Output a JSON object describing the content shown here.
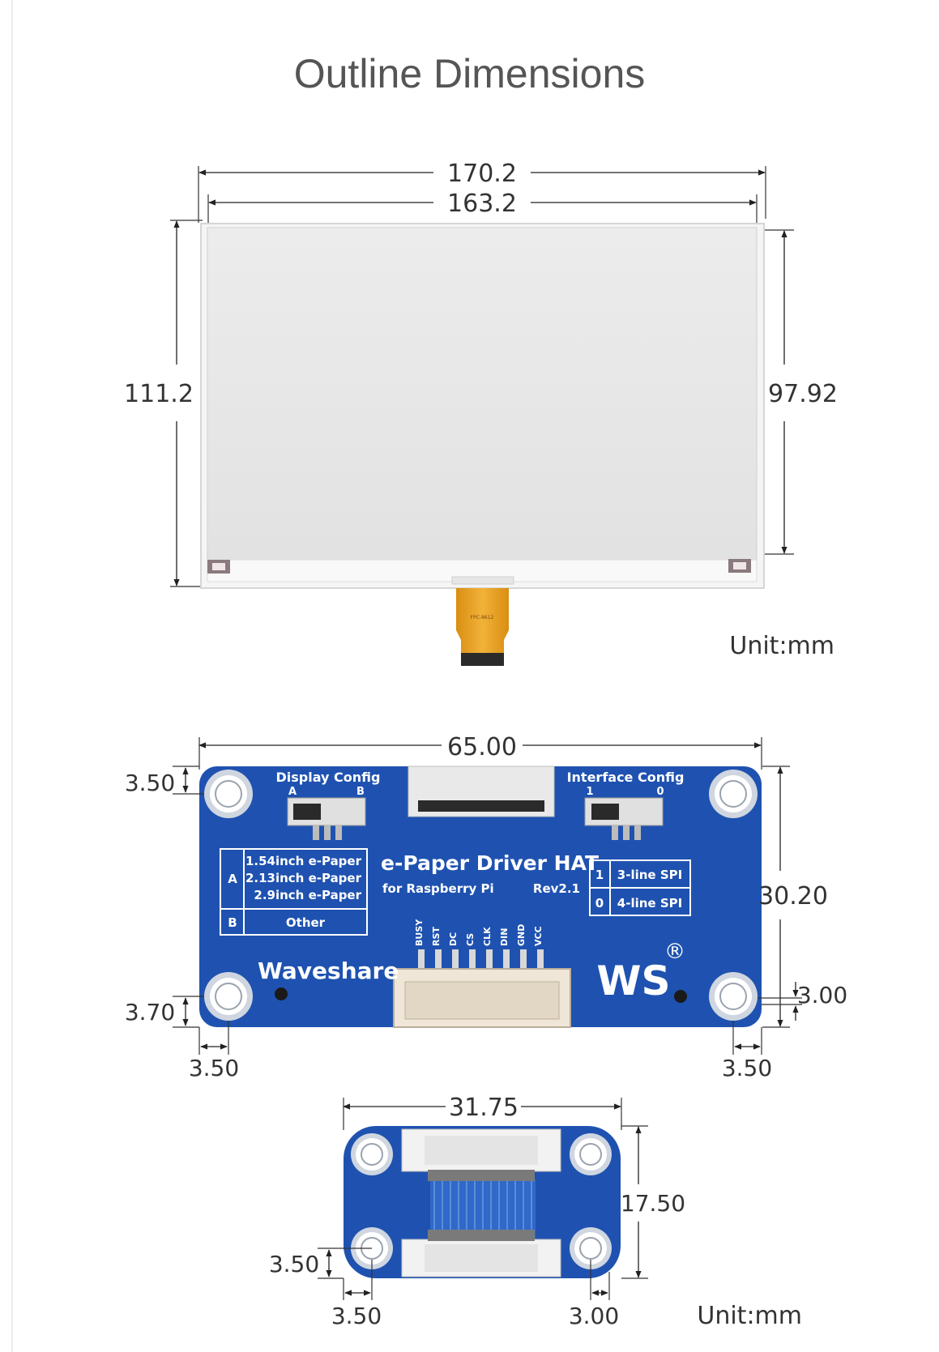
{
  "header": {
    "title": "Outline Dimensions"
  },
  "epaper": {
    "dims": {
      "outer_width": "170.2",
      "active_width": "163.2",
      "outer_height": "111.2",
      "active_height": "97.92"
    },
    "fpc_label": "FPC-8612",
    "unit": "Unit:mm"
  },
  "hat": {
    "dims": {
      "width": "65.00",
      "height": "30.20",
      "hole_top_offset": "3.50",
      "hole_bottom_offset": "3.70",
      "hole_left_offset": "3.50",
      "hole_right_offset": "3.50",
      "hole_right_bottom_offset": "3.00"
    },
    "display_config": {
      "title": "Display Config",
      "pos_a": "A",
      "pos_b": "B"
    },
    "interface_config": {
      "title": "Interface Config",
      "pos_1": "1",
      "pos_0": "0"
    },
    "table_left": {
      "rows": [
        {
          "key": "A",
          "lines": [
            "1.54inch e-Paper",
            "2.13inch e-Paper",
            "2.9inch e-Paper"
          ]
        },
        {
          "key": "B",
          "lines": [
            "Other"
          ]
        }
      ]
    },
    "table_right": {
      "rows": [
        {
          "key": "1",
          "label": "3-line SPI"
        },
        {
          "key": "0",
          "label": "4-line SPI"
        }
      ]
    },
    "board_title": "e-Paper Driver HAT",
    "board_subtitle": "for Raspberry Pi",
    "revision": "Rev2.1",
    "pins": [
      "BUSY",
      "RST",
      "DC",
      "CS",
      "CLK",
      "DIN",
      "GND",
      "VCC"
    ],
    "brand": "Waveshare",
    "logo_mark": "WS",
    "registered": "®"
  },
  "adapter": {
    "dims": {
      "width": "31.75",
      "height": "17.50",
      "hole_bottom_offset": "3.50",
      "hole_left_offset": "3.50",
      "hole_right_offset": "3.00"
    },
    "unit": "Unit:mm"
  },
  "colors": {
    "board_blue": "#1f52b0",
    "silkscreen": "#ffffff",
    "dimension_line": "#222222",
    "fpc_orange": "#e8a020",
    "title_gray": "#555555"
  }
}
